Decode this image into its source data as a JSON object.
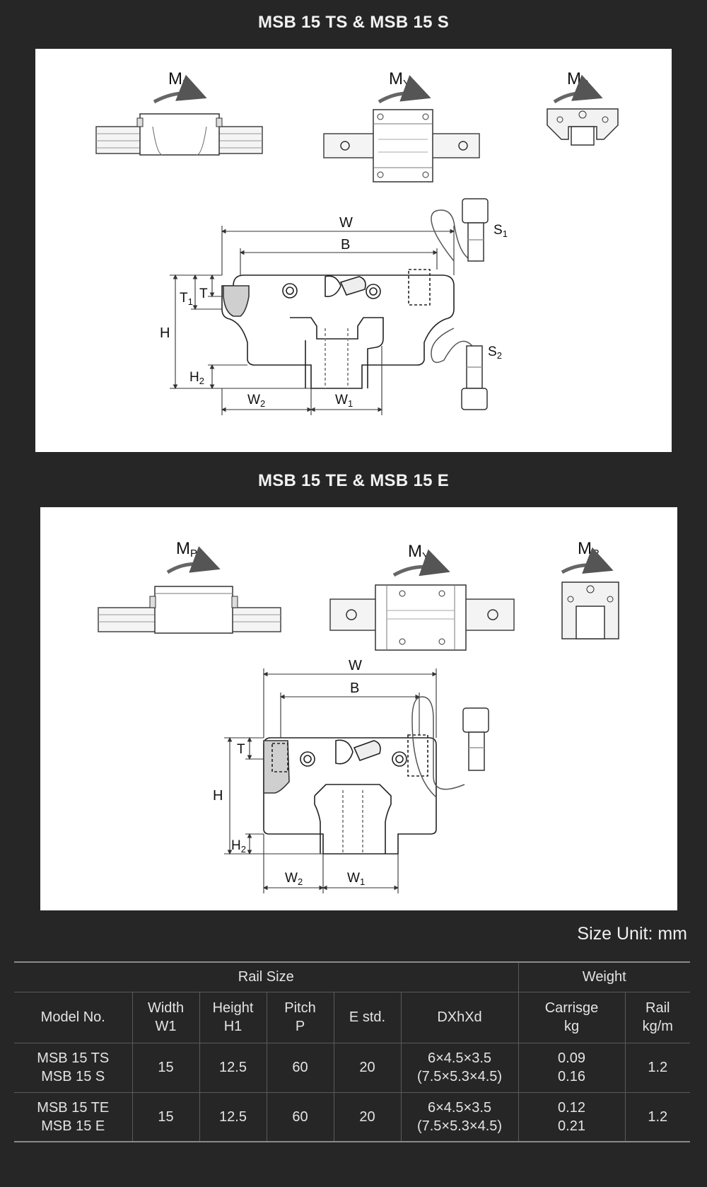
{
  "sections": [
    {
      "title": "MSB 15 TS & MSB 15 S",
      "moments": {
        "mp": {
          "main": "M",
          "sub": "P"
        },
        "my": {
          "main": "M",
          "sub": "Y"
        },
        "mr": {
          "main": "M",
          "sub": "R"
        }
      },
      "dims": {
        "w": "W",
        "b": "B",
        "h": "H",
        "t": "T",
        "t1": {
          "main": "T",
          "sub": "1"
        },
        "h2": {
          "main": "H",
          "sub": "2"
        },
        "w1": {
          "main": "W",
          "sub": "1"
        },
        "w2": {
          "main": "W",
          "sub": "2"
        },
        "s1": {
          "main": "S",
          "sub": "1"
        },
        "s2": {
          "main": "S",
          "sub": "2"
        }
      }
    },
    {
      "title": "MSB 15 TE & MSB 15 E",
      "moments": {
        "mp": {
          "main": "M",
          "sub": "P"
        },
        "my": {
          "main": "M",
          "sub": "Y"
        },
        "mr": {
          "main": "M",
          "sub": "R"
        }
      },
      "dims": {
        "w": "W",
        "b": "B",
        "h": "H",
        "t": "T",
        "h2": {
          "main": "H",
          "sub": "2"
        },
        "w1": {
          "main": "W",
          "sub": "1"
        },
        "w2": {
          "main": "W",
          "sub": "2"
        }
      }
    }
  ],
  "size_unit": "Size Unit: mm",
  "table": {
    "group_rail": "Rail Size",
    "group_weight": "Weight",
    "headers": {
      "model": "Model No.",
      "width": [
        "Width",
        "W1"
      ],
      "height": [
        "Height",
        "H1"
      ],
      "pitch": [
        "Pitch",
        "P"
      ],
      "estd": "E std.",
      "dxhxd": "DXhXd",
      "carriage": [
        "Carrisge",
        "kg"
      ],
      "rail": [
        "Rail",
        "kg/m"
      ]
    },
    "rows": [
      {
        "model": [
          "MSB 15 TS",
          "MSB 15 S"
        ],
        "width": "15",
        "height": "12.5",
        "pitch": "60",
        "estd": "20",
        "dxhxd": [
          "6×4.5×3.5",
          "(7.5×5.3×4.5)"
        ],
        "carriage": [
          "0.09",
          "0.16"
        ],
        "rail": "1.2"
      },
      {
        "model": [
          "MSB 15 TE",
          "MSB 15 E"
        ],
        "width": "15",
        "height": "12.5",
        "pitch": "60",
        "estd": "20",
        "dxhxd": [
          "6×4.5×3.5",
          "(7.5×5.3×4.5)"
        ],
        "carriage": [
          "0.12",
          "0.21"
        ],
        "rail": "1.2"
      }
    ]
  }
}
